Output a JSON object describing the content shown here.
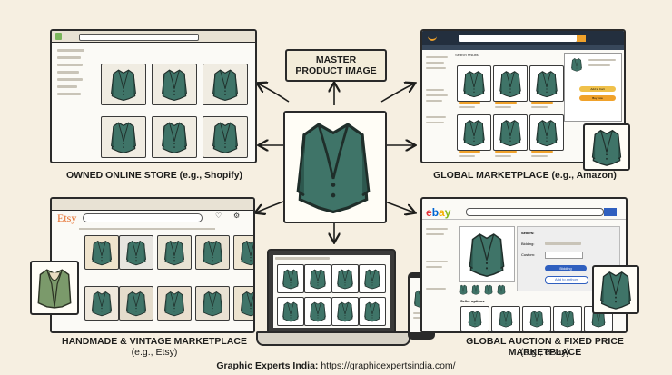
{
  "master": {
    "line1": "MASTER",
    "line2": "PRODUCT IMAGE"
  },
  "stores": {
    "shopify": {
      "label": "OWNED ONLINE STORE (e.g., Shopify)"
    },
    "amazon": {
      "label": "GLOBAL MARKETPLACE (e.g., Amazon)",
      "search_results": "Search results",
      "btn1": "Add to Cart",
      "btn2": "Buy now"
    },
    "etsy": {
      "label_line1": "HANDMADE & VINTAGE MARKETPLACE",
      "label_line2": "(e.g., Etsy)",
      "logo": "Etsy"
    },
    "ebay": {
      "label": "GLOBAL AUCTION & FIXED PRICE MARKETPLACE",
      "label_line2": "(e.g., eBay)",
      "logo_e": "e",
      "logo_b": "b",
      "logo_a": "a",
      "logo_y": "y",
      "sellers": "Sellers:",
      "bidding": "Bidding:",
      "custom": "Custom:",
      "bid_button": "Bidding",
      "add_button": "Add to anthom",
      "seller_options": "Seller options"
    }
  },
  "footer": {
    "brand": "Graphic Experts India:",
    "url": "https://graphicexpertsindia.com/"
  },
  "colors": {
    "jacket": "#3f7468",
    "jacket_dark": "#2d574e",
    "background": "#f6efe1",
    "amazon_bar": "#232f3e",
    "amazon_accent": "#f0a22b",
    "etsy_orange": "#e56c2a",
    "ebay_blue": "#2f5fbf"
  }
}
